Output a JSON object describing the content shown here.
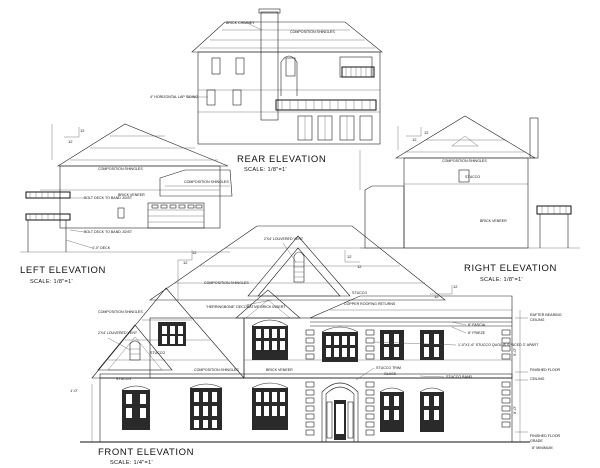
{
  "views": {
    "rear": {
      "title": "REAR ELEVATION",
      "scale": "SCALE: 1/8\"=1'"
    },
    "left": {
      "title": "LEFT ELEVATION",
      "scale": "SCALE: 1/8\"=1'"
    },
    "right": {
      "title": "RIGHT ELEVATION",
      "scale": "SCALE: 1/8\"=1'"
    },
    "front": {
      "title": "FRONT ELEVATION",
      "scale": "SCALE: 1/4\"=1'"
    }
  },
  "notes": {
    "rear": {
      "brick_chimney": "BRICK CHIMNEY",
      "composition_shingles": "COMPOSITION SHINGLES",
      "lap_siding": "4\" HORIZONTAL LAP SIDING"
    },
    "left": {
      "composition_shingles_1": "COMPOSITION SHINGLES",
      "composition_shingles_2": "COMPOSITION SHINGLES",
      "brick_veneer": "BRICK VENEER",
      "bolt_deck_1": "BOLT DECK TO BAND JOIST",
      "bolt_deck_2": "BOLT DECK TO BAND JOIST",
      "deck": "4'-0\" DECK"
    },
    "right": {
      "composition_shingles": "COMPOSITION SHINGLES",
      "stucco": "STUCCO",
      "brick_veneer": "BRICK VENEER"
    },
    "front": {
      "louvered_vent_top": "2'X4' LOUVERED VENT",
      "composition_shingles_center": "COMPOSITION SHINGLES",
      "stucco_top": "STUCCO",
      "copper_roofing": "COPPER ROOFING RETURNS",
      "herringbone": "\"HERRINGBONE\" DECORATIVE BRICK INSERT",
      "composition_shingles_left": "COMPOSITION SHINGLES",
      "louvered_vent_left": "2'X4' LOUVERED VENT",
      "stucco_left": "STUCCO",
      "stucco_small": "STUCCO",
      "composition_shingles_lower": "COMPOSITION SHINGLES",
      "brick_veneer": "BRICK VENEER",
      "stucco_trim": "STUCCO TRIM",
      "glass": "GLASS",
      "stucco_band": "STUCCO BAND",
      "fascia": "6\" FASCIA",
      "frieze": "8\" FRIEZE",
      "quoins": "1'-0\"X1'-6\" STUCCO QUOINS SPACED 3\" APART",
      "rafter_bearing": "RAFTER BEARING",
      "ceiling_top": "CEILING",
      "finished_floor_mid": "FINISHED FLOOR",
      "ceiling_mid": "CEILING",
      "finished_floor_low": "FINISHED FLOOR",
      "grade": "GRADE",
      "minimum": "8\" MINIMUM",
      "height_upper": "9'-0\"",
      "height_lower": "9'-0\"",
      "left_dim": "1'-0\""
    }
  },
  "pitch": {
    "rise": "12",
    "run": "12"
  }
}
